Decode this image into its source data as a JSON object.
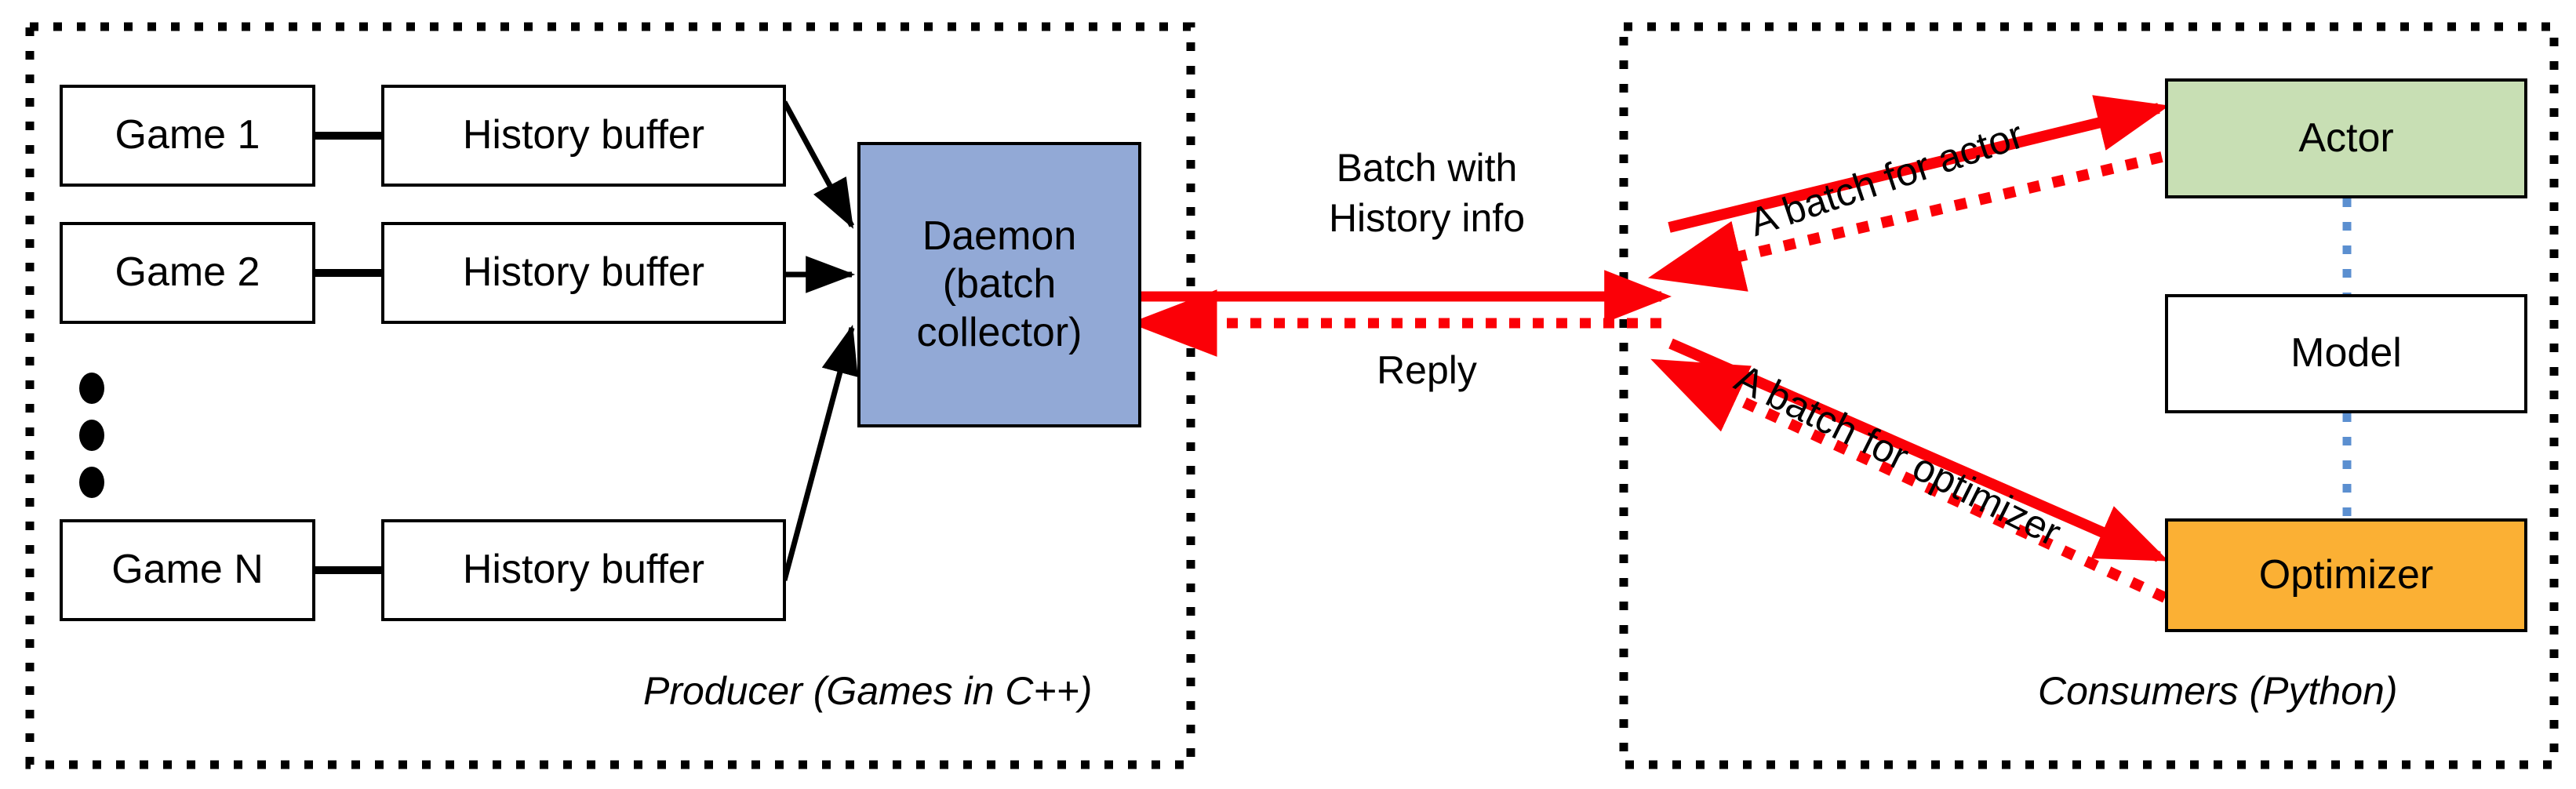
{
  "figure": {
    "title": "Producer-Consumer batching architecture",
    "background": "#ffffff"
  },
  "colors": {
    "daemon_fill": "#92a9d6",
    "actor_fill": "#c8dfb4",
    "optimizer_fill": "#fbb034",
    "model_fill": "#ffffff",
    "box_stroke": "#000000",
    "panel_border": "#000000",
    "red_arrow": "#fb0007",
    "blue_dotted": "#5b8fd0"
  },
  "producer_panel": {
    "caption": "Producer (Games in C++)",
    "games": [
      {
        "label": "Game 1"
      },
      {
        "label": "Game 2"
      },
      {
        "label": "Game N"
      }
    ],
    "buffers": [
      {
        "label": "History buffer"
      },
      {
        "label": "History buffer"
      },
      {
        "label": "History buffer"
      }
    ],
    "ellipsis_dots": 3,
    "daemon": {
      "label": "Daemon\n(batch\ncollector)"
    }
  },
  "channel": {
    "request_label": "Batch with\nHistory info",
    "reply_label": "Reply"
  },
  "consumer_panel": {
    "caption": "Consumers (Python)",
    "nodes": [
      {
        "label": "Actor"
      },
      {
        "label": "Model"
      },
      {
        "label": "Optimizer"
      }
    ],
    "actor_edge_label": "A batch for actor",
    "optimizer_edge_label": "A batch for optimizer"
  }
}
